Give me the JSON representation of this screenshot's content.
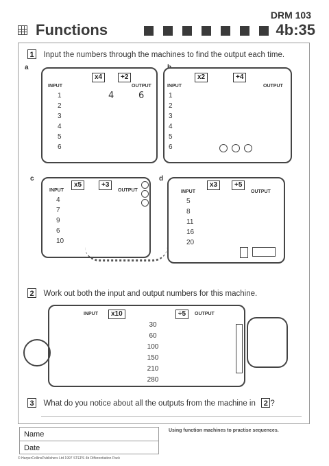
{
  "code": "DRM 103",
  "header": {
    "title": "Functions",
    "level": "4b:35",
    "icon": "grid-icon"
  },
  "q1": {
    "number": "1",
    "text": "Input the numbers through the machines to find the output each time.",
    "a": {
      "label": "a",
      "input_label": "INPUT",
      "output_label": "OUTPUT",
      "op1": "x4",
      "op2": "+2",
      "inputs": [
        "1",
        "2",
        "3",
        "4",
        "5",
        "6"
      ],
      "example_in": "4",
      "example_out": "6"
    },
    "b": {
      "label": "b",
      "input_label": "INPUT",
      "output_label": "OUTPUT",
      "op1": "x2",
      "op2": "+4",
      "inputs": [
        "1",
        "2",
        "3",
        "4",
        "5",
        "6"
      ]
    },
    "c": {
      "label": "c",
      "input_label": "INPUT",
      "output_label": "OUTPUT",
      "op1": "x5",
      "op2": "+3",
      "inputs": [
        "4",
        "7",
        "9",
        "6",
        "10"
      ]
    },
    "d": {
      "label": "d",
      "input_label": "INPUT",
      "output_label": "OUTPUT",
      "op1": "x3",
      "op2": "+5",
      "inputs": [
        "5",
        "8",
        "11",
        "16",
        "20"
      ]
    }
  },
  "q2": {
    "number": "2",
    "text": "Work out both the input and output numbers for this machine.",
    "input_label": "INPUT",
    "output_label": "OUTPUT",
    "op1": "x10",
    "op2": "÷5",
    "values": [
      "30",
      "60",
      "100",
      "150",
      "210",
      "280"
    ]
  },
  "q3": {
    "number": "3",
    "text": "What do you notice about all the outputs from the machine in",
    "ref": "2",
    "tail": "?"
  },
  "footer": {
    "name_label": "Name",
    "date_label": "Date",
    "caption": "Using function machines to practise sequences.",
    "copyright": "© HarperCollinsPublishers Ltd 1997 STEPS 4b Differentiation Pack"
  }
}
